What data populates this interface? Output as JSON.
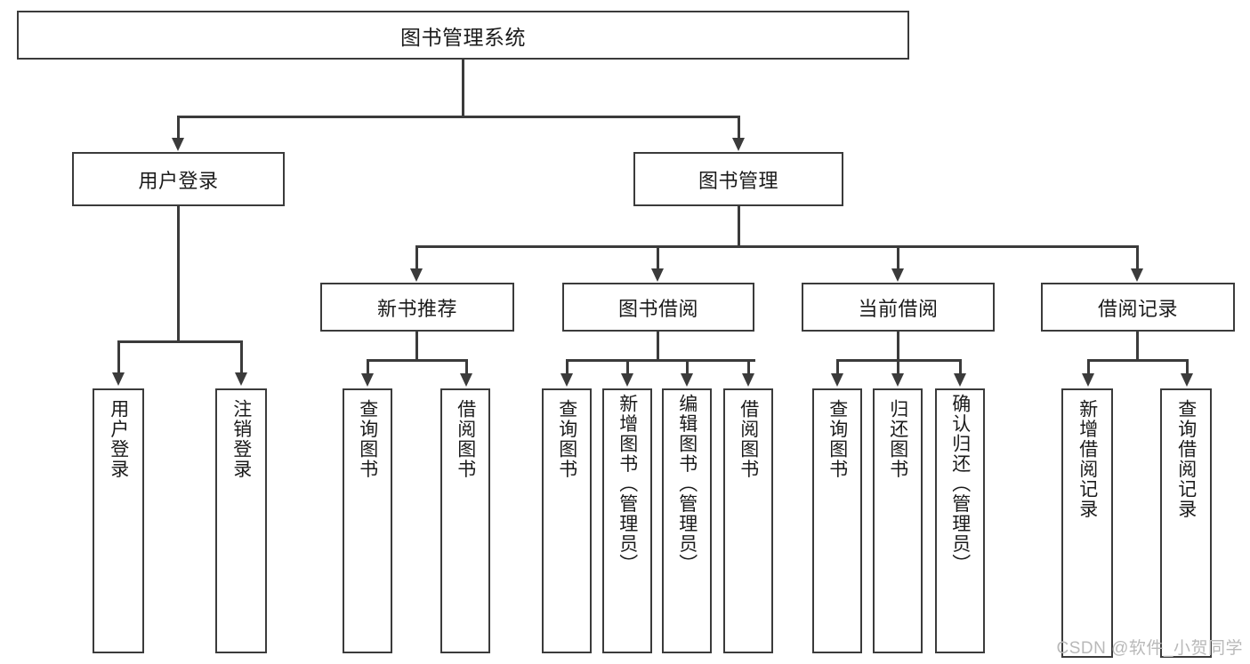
{
  "diagram": {
    "title": "图书管理系统",
    "type": "tree-hierarchy-diagram",
    "root": {
      "id": "root",
      "label": "图书管理系统"
    },
    "level2": [
      {
        "id": "user-login",
        "label": "用户登录"
      },
      {
        "id": "book-management",
        "label": "图书管理"
      }
    ],
    "level3": [
      {
        "id": "new-book-recommend",
        "label": "新书推荐"
      },
      {
        "id": "book-borrow",
        "label": "图书借阅"
      },
      {
        "id": "current-borrow",
        "label": "当前借阅"
      },
      {
        "id": "borrow-record",
        "label": "借阅记录"
      }
    ],
    "leaves": {
      "user_login": [
        {
          "id": "leaf-user-login",
          "label": "用户登录"
        },
        {
          "id": "leaf-logout-login",
          "label": "注销登录"
        }
      ],
      "new_book_recommend": [
        {
          "id": "leaf-query-book-1",
          "label": "查询图书"
        },
        {
          "id": "leaf-borrow-book-1",
          "label": "借阅图书"
        }
      ],
      "book_borrow": [
        {
          "id": "leaf-query-book-2",
          "label": "查询图书"
        },
        {
          "id": "leaf-add-book",
          "label": "新增图书（管理员）"
        },
        {
          "id": "leaf-edit-book",
          "label": "编辑图书（管理员）"
        },
        {
          "id": "leaf-borrow-book-2",
          "label": "借阅图书"
        }
      ],
      "current_borrow": [
        {
          "id": "leaf-query-book-3",
          "label": "查询图书"
        },
        {
          "id": "leaf-return-book",
          "label": "归还图书"
        },
        {
          "id": "leaf-confirm-return",
          "label": "确认归还（管理员）"
        }
      ],
      "borrow_record": [
        {
          "id": "leaf-add-borrow-record",
          "label": "新增借阅记录"
        },
        {
          "id": "leaf-query-borrow-record",
          "label": "查询借阅记录"
        }
      ]
    }
  },
  "watermark": {
    "text": "CSDN @软件_小贺同学"
  },
  "colors": {
    "stroke": "#3b3b3b",
    "text": "#1b1b1b",
    "background": "#ffffff",
    "watermark": "#b9b9b9"
  }
}
